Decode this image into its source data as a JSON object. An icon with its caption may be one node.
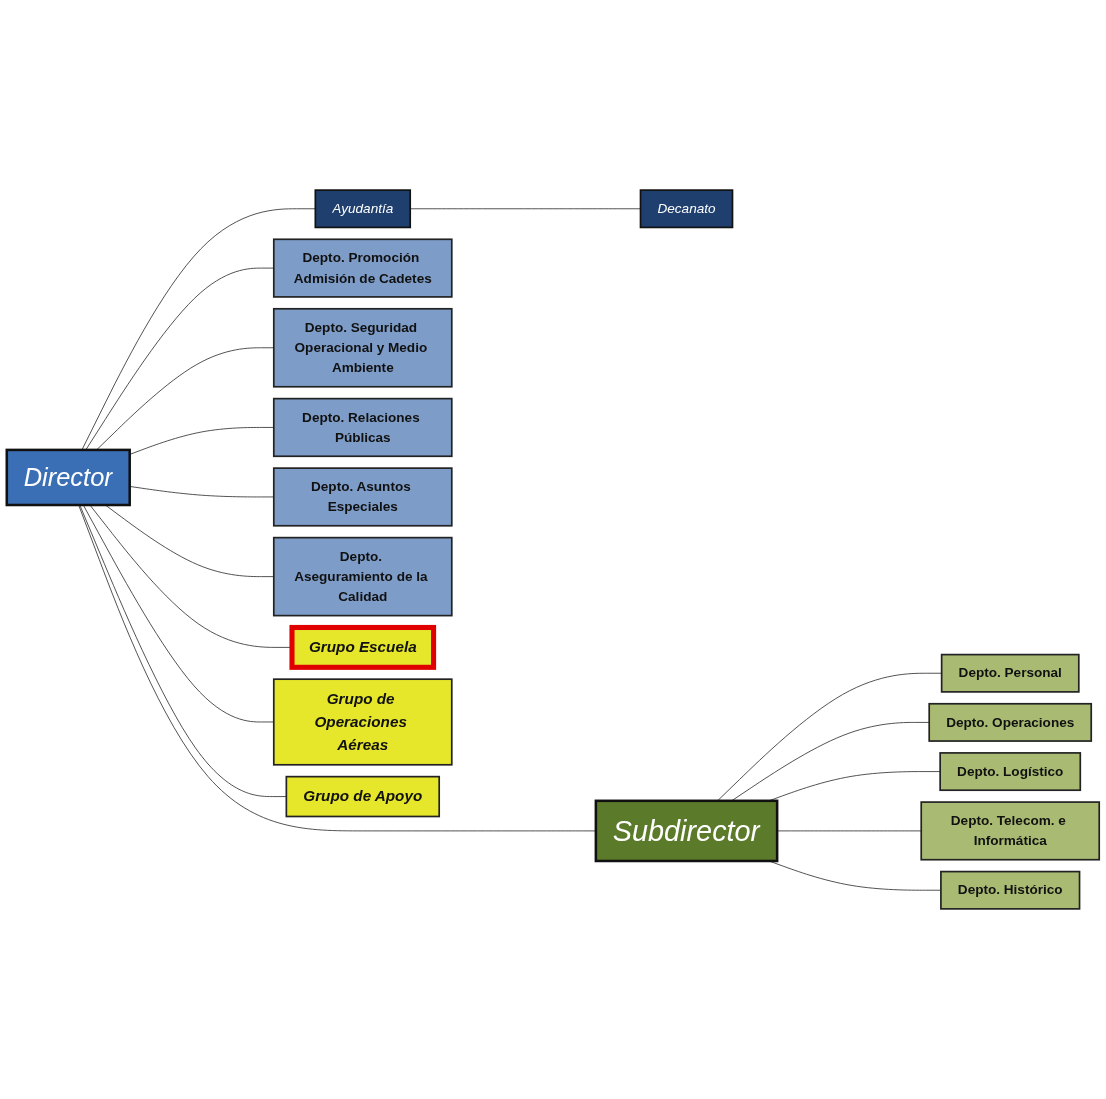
{
  "diagram": {
    "nodes": [
      {
        "text": [
          "Director"
        ]
      },
      {
        "text": [
          "Ayudantía"
        ]
      },
      {
        "text": [
          "Decanato"
        ]
      },
      {
        "text": [
          "Subdirector"
        ]
      },
      {
        "text": [
          "Depto. Personal"
        ]
      },
      {
        "text": [
          "Depto. Operaciones"
        ]
      },
      {
        "text": [
          "Depto. Logístico"
        ]
      },
      {
        "text": [
          "Depto. Telecom. e Informática"
        ]
      },
      {
        "text": [
          "Depto. Histórico"
        ]
      },
      {
        "text": [
          "Depto. Promoción Admisión de Cadetes"
        ]
      },
      {
        "text": [
          "Depto. Seguridad Operacional y Medio Ambiente"
        ]
      },
      {
        "text": [
          "Depto. Relaciones Públicas"
        ]
      },
      {
        "text": [
          "Depto. Asuntos Especiales"
        ]
      },
      {
        "text": [
          "Depto. Aseguramiento de la Calidad"
        ]
      },
      {
        "text": [
          "Grupo Escuela"
        ]
      },
      {
        "text": [
          "Grupo de Operaciones Aéreas"
        ]
      },
      {
        "text": [
          "Grupo de Apoyo"
        ]
      }
    ],
    "edges": [
      {
        "from": 0,
        "to": 1,
        "arrow": "none"
      },
      {
        "from": 1,
        "to": 2,
        "arrow": "none"
      },
      {
        "from": 0,
        "to": 3,
        "arrow": "none"
      },
      {
        "from": 3,
        "to": 4,
        "arrow": "none"
      },
      {
        "from": 3,
        "to": 5,
        "arrow": "none"
      },
      {
        "from": 3,
        "to": 6,
        "arrow": "none"
      },
      {
        "from": 3,
        "to": 7,
        "arrow": "none"
      },
      {
        "from": 3,
        "to": 8,
        "arrow": "none"
      },
      {
        "from": 0,
        "to": 9,
        "arrow": "none"
      },
      {
        "from": 0,
        "to": 10,
        "arrow": "none"
      },
      {
        "from": 0,
        "to": 11,
        "arrow": "none"
      },
      {
        "from": 0,
        "to": 12,
        "arrow": "none"
      },
      {
        "from": 0,
        "to": 13,
        "arrow": "none"
      },
      {
        "from": 0,
        "to": 14,
        "arrow": "none"
      },
      {
        "from": 0,
        "to": 15,
        "arrow": "none"
      },
      {
        "from": 0,
        "to": 16,
        "arrow": "none"
      }
    ]
  }
}
